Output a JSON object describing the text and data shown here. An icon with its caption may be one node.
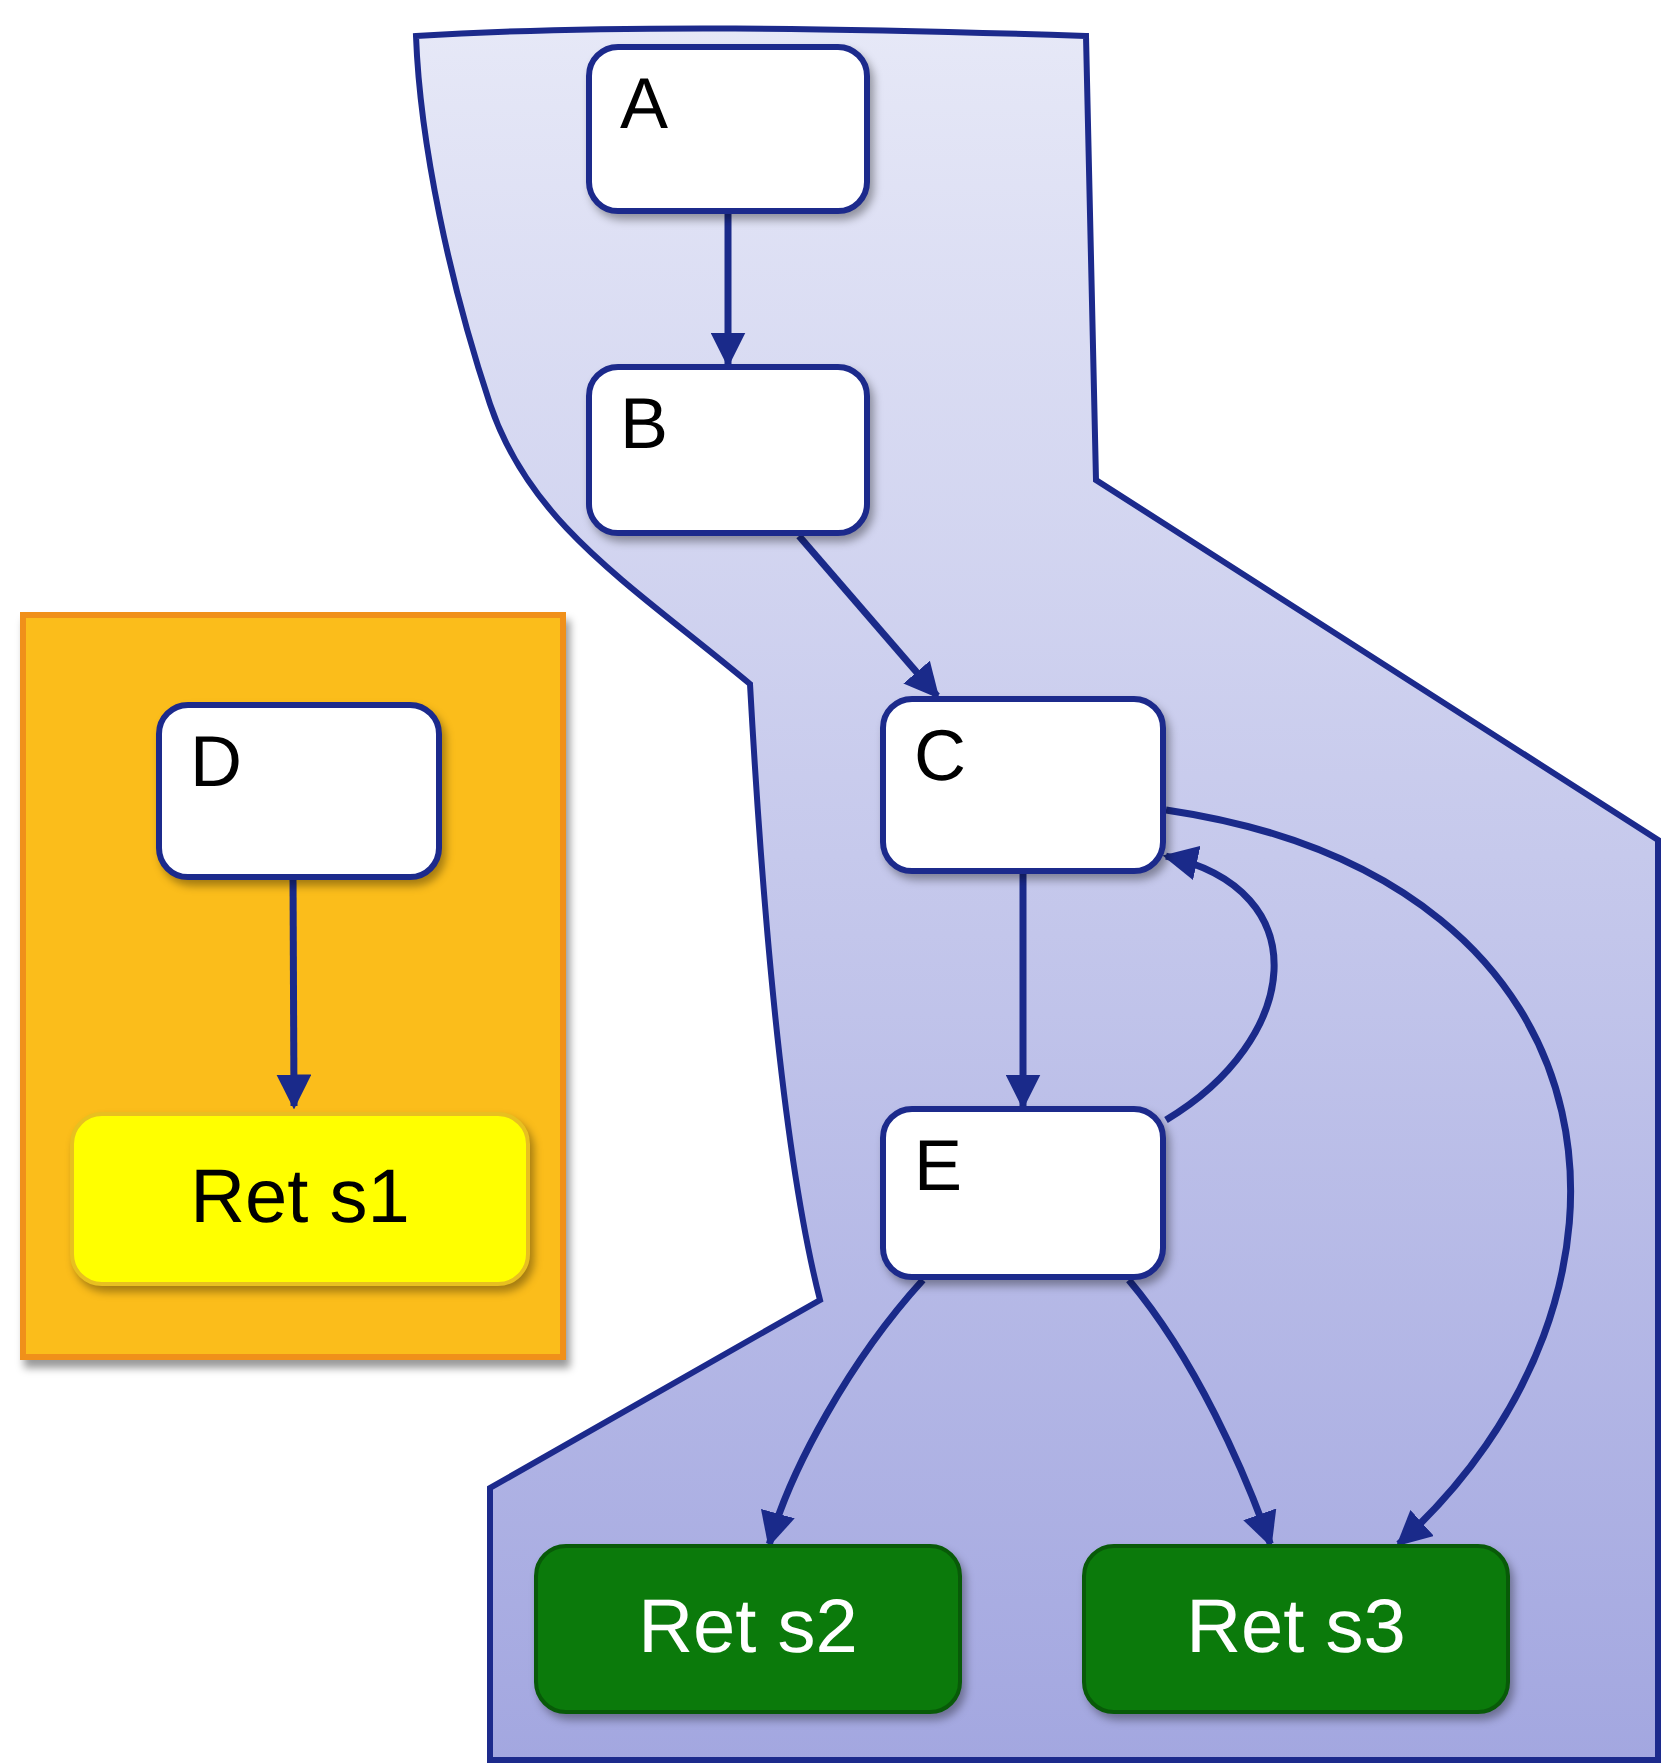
{
  "diagram": {
    "nodes": [
      {
        "text": [],
        "shape": "polygon"
      },
      {
        "text": [
          "A"
        ],
        "in": 0
      },
      {
        "text": [
          "B"
        ],
        "in": 0
      },
      {
        "text": [
          "C"
        ],
        "in": 0
      },
      {
        "text": [
          "E"
        ],
        "in": 0
      },
      {
        "text": [
          "Ret s2"
        ],
        "in": 0
      },
      {
        "text": [
          "Ret s3"
        ],
        "in": 0
      },
      {
        "text": [],
        "shape": "box"
      },
      {
        "text": [
          "D"
        ],
        "in": 7
      },
      {
        "text": [
          "Ret s1"
        ],
        "in": 7
      }
    ],
    "edges": [
      {
        "from": 1,
        "to": 2,
        "arrow": "to"
      },
      {
        "from": 2,
        "to": 3,
        "arrow": "to"
      },
      {
        "from": 3,
        "to": 4,
        "arrow": "to"
      },
      {
        "from": 4,
        "to": 3,
        "arrow": "to"
      },
      {
        "from": 3,
        "to": 6,
        "arrow": "to"
      },
      {
        "from": 4,
        "to": 5,
        "arrow": "to"
      },
      {
        "from": 4,
        "to": 6,
        "arrow": "to"
      },
      {
        "from": 8,
        "to": 9,
        "arrow": "to"
      }
    ]
  }
}
